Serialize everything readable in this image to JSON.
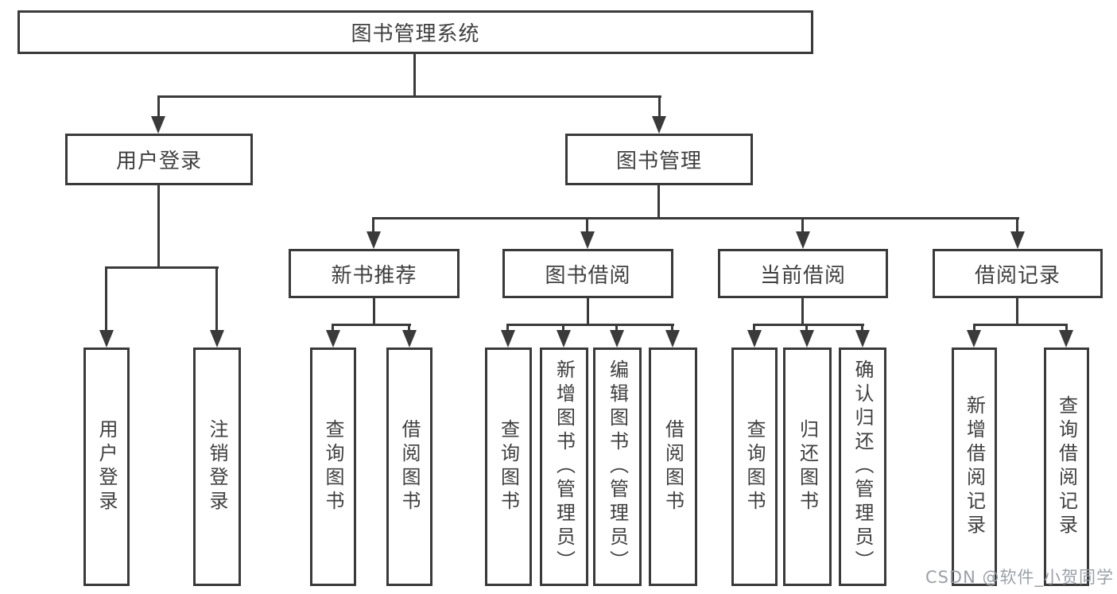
{
  "colors": {
    "line": "#3a3a3a",
    "text": "#3f3f3f",
    "watermark": "#9ba0a8",
    "background": "#ffffff"
  },
  "diagram": {
    "root": {
      "label": "图书管理系统"
    },
    "branches": [
      {
        "label": "用户登录",
        "children": [
          {
            "label": "用户登录"
          },
          {
            "label": "注销登录"
          }
        ]
      },
      {
        "label": "图书管理",
        "children": [
          {
            "label": "新书推荐",
            "children": [
              {
                "label": "查询图书"
              },
              {
                "label": "借阅图书"
              }
            ]
          },
          {
            "label": "图书借阅",
            "children": [
              {
                "label": "查询图书"
              },
              {
                "label": "新增图书（管理员）"
              },
              {
                "label": "编辑图书（管理员）"
              },
              {
                "label": "借阅图书"
              }
            ]
          },
          {
            "label": "当前借阅",
            "children": [
              {
                "label": "查询图书"
              },
              {
                "label": "归还图书"
              },
              {
                "label": "确认归还（管理员）"
              }
            ]
          },
          {
            "label": "借阅记录",
            "children": [
              {
                "label": "新增借阅记录"
              },
              {
                "label": "查询借阅记录"
              }
            ]
          }
        ]
      }
    ]
  },
  "watermark": {
    "text": "CSDN @软件_小贺同学"
  }
}
